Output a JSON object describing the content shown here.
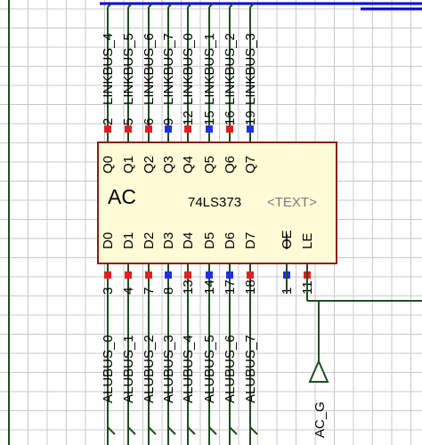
{
  "colors": {
    "background": "#ffffff",
    "grid": "#c8c8c8",
    "wire": "#1f4f1f",
    "bus": "#0000e0",
    "chip_fill": "#fffbd6",
    "chip_border": "#8b1a1a",
    "pin_red": "#e02020",
    "pin_blue": "#2030e0",
    "text_placeholder": "#7a7a7a"
  },
  "chip": {
    "name": "AC",
    "part": "74LS373",
    "text_placeholder": "<TEXT>"
  },
  "top_pins": [
    {
      "pin": "2",
      "name": "Q0",
      "net": "LINKBUS_4",
      "state": "red"
    },
    {
      "pin": "5",
      "name": "Q1",
      "net": "LINKBUS_5",
      "state": "red"
    },
    {
      "pin": "6",
      "name": "Q2",
      "net": "LINKBUS_6",
      "state": "red"
    },
    {
      "pin": "9",
      "name": "Q3",
      "net": "LINKBUS_7",
      "state": "blue"
    },
    {
      "pin": "12",
      "name": "Q4",
      "net": "LINKBUS_0",
      "state": "red"
    },
    {
      "pin": "15",
      "name": "Q5",
      "net": "LINKBUS_1",
      "state": "blue"
    },
    {
      "pin": "16",
      "name": "Q6",
      "net": "LINKBUS_2",
      "state": "red"
    },
    {
      "pin": "19",
      "name": "Q7",
      "net": "LINKBUS_3",
      "state": "blue"
    }
  ],
  "bottom_pins": [
    {
      "pin": "3",
      "name": "D0",
      "net": "ALUBUS_0",
      "state": "red"
    },
    {
      "pin": "4",
      "name": "D1",
      "net": "ALUBUS_1",
      "state": "red"
    },
    {
      "pin": "7",
      "name": "D2",
      "net": "ALUBUS_2",
      "state": "red"
    },
    {
      "pin": "8",
      "name": "D3",
      "net": "ALUBUS_3",
      "state": "blue"
    },
    {
      "pin": "13",
      "name": "D4",
      "net": "ALUBUS_4",
      "state": "red"
    },
    {
      "pin": "14",
      "name": "D5",
      "net": "ALUBUS_5",
      "state": "blue"
    },
    {
      "pin": "17",
      "name": "D6",
      "net": "ALUBUS_6",
      "state": "blue"
    },
    {
      "pin": "18",
      "name": "D7",
      "net": "ALUBUS_7",
      "state": "red"
    }
  ],
  "control_pins": [
    {
      "pin": "1",
      "name": "OE",
      "state": "blue"
    },
    {
      "pin": "11",
      "name": "LE",
      "state": "red"
    }
  ],
  "terminal": {
    "label": "AC_G"
  }
}
